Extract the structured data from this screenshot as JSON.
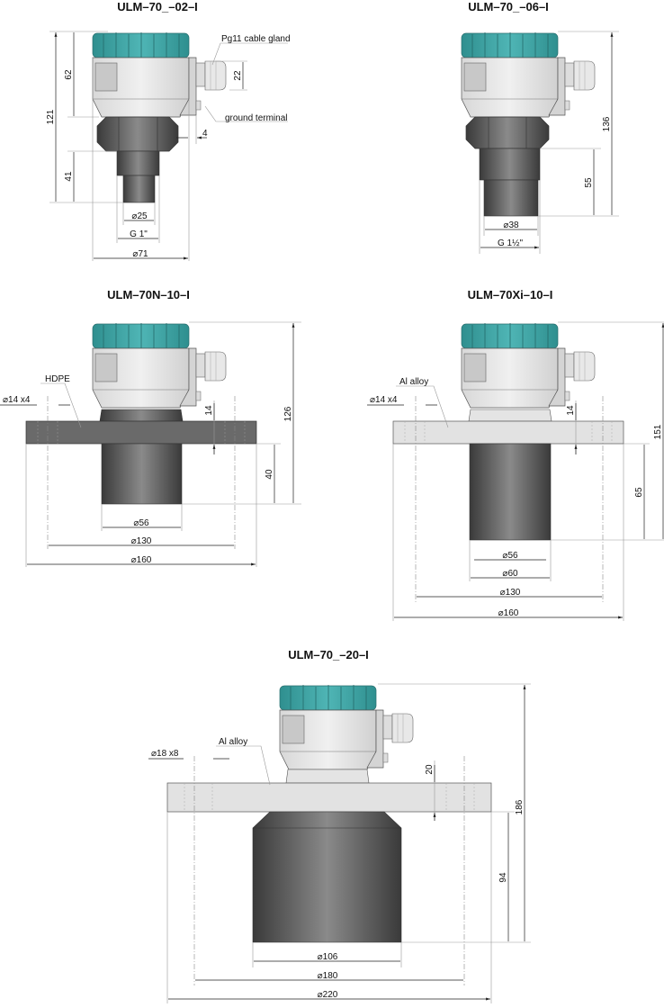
{
  "drawings": [
    {
      "title": "ULM–70_–02–I",
      "labels": {
        "cable_gland": "Pg11 cable gland",
        "ground": "ground terminal"
      },
      "dims": [
        "121",
        "62",
        "41",
        "22",
        "4",
        "⌀25",
        "G 1\"",
        "⌀71"
      ]
    },
    {
      "title": "ULM–70_–06–I",
      "dims": [
        "136",
        "55",
        "⌀38",
        "G 1½\""
      ]
    },
    {
      "title": "ULM–70N–10–I",
      "labels": {
        "material": "HDPE"
      },
      "dims": [
        "⌀14 x4",
        "14",
        "126",
        "40",
        "⌀56",
        "⌀130",
        "⌀160"
      ]
    },
    {
      "title": "ULM–70Xi–10–I",
      "labels": {
        "material": "Al alloy"
      },
      "dims": [
        "⌀14 x4",
        "14",
        "151",
        "65",
        "⌀56",
        "⌀60",
        "⌀130",
        "⌀160"
      ]
    },
    {
      "title": "ULM–70_–20–I",
      "labels": {
        "material": "Al alloy"
      },
      "dims": [
        "⌀18 x8",
        "20",
        "186",
        "94",
        "⌀106",
        "⌀180",
        "⌀220"
      ]
    }
  ],
  "colors": {
    "cap": "#3aa3a3",
    "body": "#e6e6e6",
    "dark": "#4a4a4a",
    "flange_hdpe": "#6a6a6a",
    "flange_al": "#e2e2e2"
  }
}
